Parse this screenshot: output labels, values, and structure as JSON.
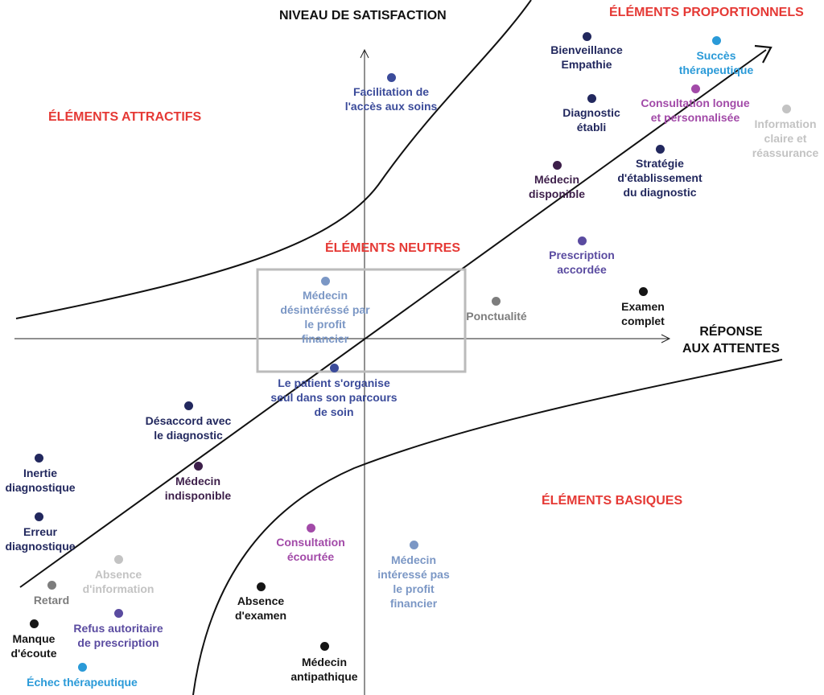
{
  "axes": {
    "y_label": "NIVEAU DE SATISFACTION",
    "x_label": "RÉPONSE\nAUX ATTENTES"
  },
  "zones": {
    "proportionnels": "ÉLÉMENTS PROPORTIONNELS",
    "attractifs": "ÉLÉMENTS ATTRACTIFS",
    "neutres": "ÉLÉMENTS NEUTRES",
    "basiques": "ÉLÉMENTS BASIQUES"
  },
  "colors": {
    "zone_title": "#e53935",
    "navy": "#22285e",
    "blue": "#3b4b9a",
    "purple_dark": "#3d1f4a",
    "violet": "#5a4ba0",
    "magenta": "#a24aa8",
    "cyan": "#2a9ad8",
    "light_gray": "#c3c3c3",
    "gray": "#7d7d7d",
    "black": "#151515",
    "steel": "#7b97c5",
    "frame": "#bbbbbb"
  },
  "items": [
    {
      "label": "Bienveillance\nEmpathie",
      "color": "navy"
    },
    {
      "label": "Succès\nthérapeutique",
      "color": "cyan"
    },
    {
      "label": "Consultation longue\net personnalisée",
      "color": "magenta"
    },
    {
      "label": "Information\nclaire et\nréassurance",
      "color": "light_gray"
    },
    {
      "label": "Diagnostic\nétabli",
      "color": "navy"
    },
    {
      "label": "Stratégie\nd'établissement\ndu diagnostic",
      "color": "navy"
    },
    {
      "label": "Médecin\ndisponible",
      "color": "purple_dark"
    },
    {
      "label": "Facilitation de\nl'accès aux soins",
      "color": "blue"
    },
    {
      "label": "Prescription\naccordée",
      "color": "violet"
    },
    {
      "label": "Examen\ncomplet",
      "color": "black"
    },
    {
      "label": "Ponctualité",
      "color": "gray"
    },
    {
      "label": "Médecin\ndésintéréssé par\nle profit\nfinancier",
      "color": "steel"
    },
    {
      "label": "Le patient s'organise\nseul dans son parcours\nde soin",
      "color": "blue"
    },
    {
      "label": "Désaccord avec\nle diagnostic",
      "color": "navy"
    },
    {
      "label": "Médecin\nindisponible",
      "color": "purple_dark"
    },
    {
      "label": "Inertie\ndiagnostique",
      "color": "navy"
    },
    {
      "label": "Erreur\ndiagnostique",
      "color": "navy"
    },
    {
      "label": "Absence\nd'information",
      "color": "light_gray"
    },
    {
      "label": "Retard",
      "color": "gray"
    },
    {
      "label": "Refus autoritaire\nde prescription",
      "color": "violet"
    },
    {
      "label": "Manque\nd'écoute",
      "color": "black"
    },
    {
      "label": "Échec thérapeutique",
      "color": "cyan"
    },
    {
      "label": "Consultation\nécourtée",
      "color": "magenta"
    },
    {
      "label": "Médecin\nintéressé pas\nle profit\nfinancier",
      "color": "steel"
    },
    {
      "label": "Absence\nd'examen",
      "color": "black"
    },
    {
      "label": "Médecin\nantipathique",
      "color": "black"
    }
  ]
}
